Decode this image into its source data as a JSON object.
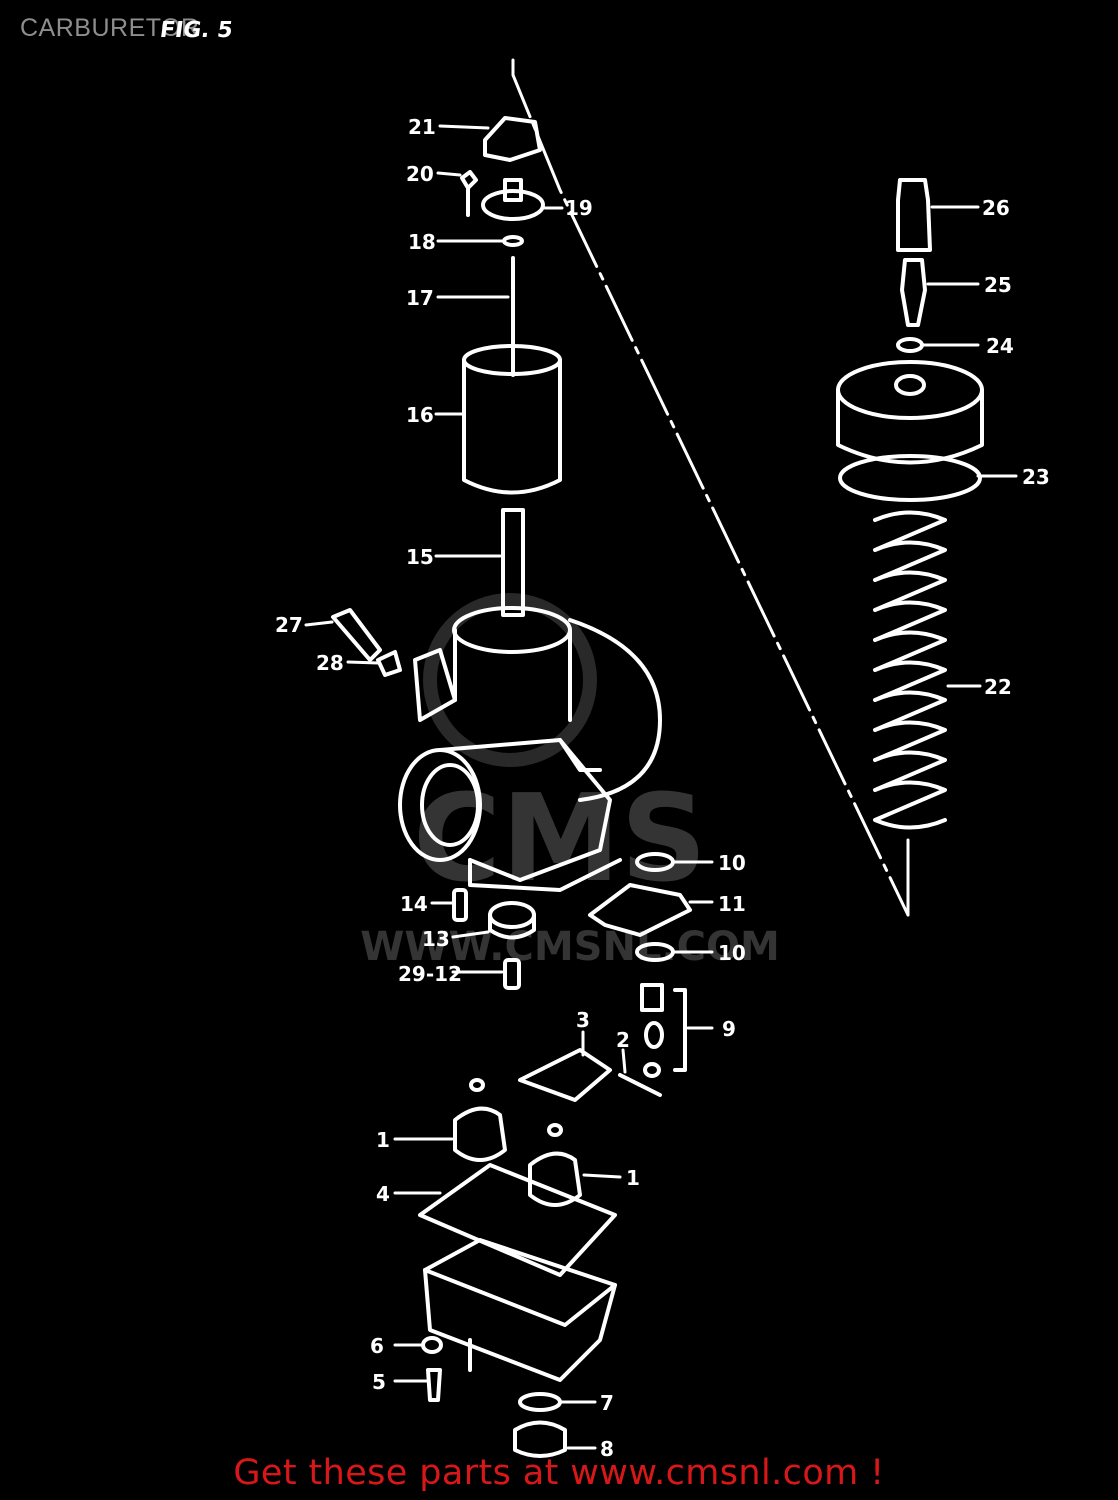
{
  "page": {
    "title": "CARBURETOR",
    "figure_label": "FIG. 5",
    "footer_link": "Get these parts at www.cmsnl.com !",
    "colors": {
      "background": "#000000",
      "drawing": "#ffffff",
      "title": "#8e8e8e",
      "footer": "#d81818",
      "watermark": "#3a3a3a"
    }
  },
  "watermark": {
    "brand": "CMS",
    "url": "WWW.CMSNL.COM"
  },
  "parts": [
    {
      "id": "21",
      "label": "21"
    },
    {
      "id": "20",
      "label": "20"
    },
    {
      "id": "19",
      "label": "19"
    },
    {
      "id": "18",
      "label": "18"
    },
    {
      "id": "17",
      "label": "17"
    },
    {
      "id": "16",
      "label": "16"
    },
    {
      "id": "15",
      "label": "15"
    },
    {
      "id": "27",
      "label": "27"
    },
    {
      "id": "28",
      "label": "28"
    },
    {
      "id": "26",
      "label": "26"
    },
    {
      "id": "25",
      "label": "25"
    },
    {
      "id": "24",
      "label": "24"
    },
    {
      "id": "23",
      "label": "23"
    },
    {
      "id": "22",
      "label": "22"
    },
    {
      "id": "10a",
      "label": "10"
    },
    {
      "id": "11",
      "label": "11"
    },
    {
      "id": "10b",
      "label": "10"
    },
    {
      "id": "14",
      "label": "14"
    },
    {
      "id": "13",
      "label": "13"
    },
    {
      "id": "29-12",
      "label": "29-12"
    },
    {
      "id": "9",
      "label": "9"
    },
    {
      "id": "3",
      "label": "3"
    },
    {
      "id": "2",
      "label": "2"
    },
    {
      "id": "1a",
      "label": "1"
    },
    {
      "id": "1b",
      "label": "1"
    },
    {
      "id": "4",
      "label": "4"
    },
    {
      "id": "6",
      "label": "6"
    },
    {
      "id": "5",
      "label": "5"
    },
    {
      "id": "7",
      "label": "7"
    },
    {
      "id": "8",
      "label": "8"
    }
  ]
}
